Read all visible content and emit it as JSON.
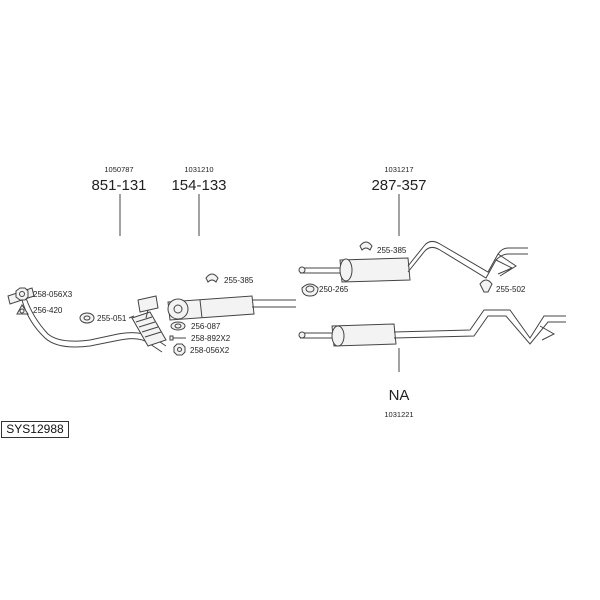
{
  "system_code": "SYS12988",
  "assemblies": [
    {
      "ref": "1050787",
      "part": "851-131"
    },
    {
      "ref": "1031210",
      "part": "154-133"
    },
    {
      "ref": "1031217",
      "part": "287-357"
    },
    {
      "ref": "1031221",
      "part": "NA"
    }
  ],
  "parts": {
    "p_258_056x3": "258-056X3",
    "p_256_420": "256-420",
    "p_255_051": "255-051",
    "p_255_385_a": "255-385",
    "p_256_087": "256-087",
    "p_258_892x2": "258-892X2",
    "p_258_056x2": "258-056X2",
    "p_255_385_b": "255-385",
    "p_250_265": "250-265",
    "p_255_502": "255-502"
  }
}
